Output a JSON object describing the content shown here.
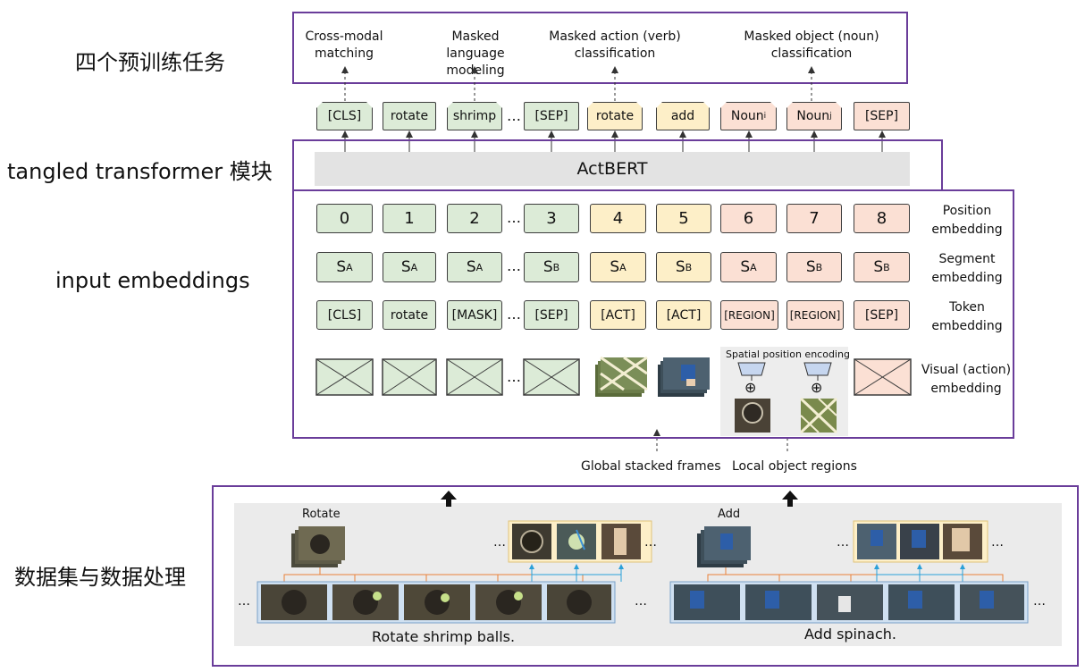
{
  "side_labels": {
    "tasks": "四个预训练任务",
    "transformer": "tangled transformer 模块",
    "embeddings": "input embeddings",
    "dataset": "数据集与数据处理"
  },
  "tasks": [
    {
      "text": "Cross-modal\nmatching"
    },
    {
      "text": "Masked\nlanguage modeling"
    },
    {
      "text": "Masked action (verb)\nclassification"
    },
    {
      "text": "Masked object (noun)\nclassification"
    }
  ],
  "output_tokens": [
    "[CLS]",
    "rotate",
    "shrimp",
    "[SEP]",
    "rotate",
    "add",
    "Noun",
    "Noun",
    "[SEP]"
  ],
  "noun_subscripts": [
    "i",
    "j"
  ],
  "dots": "…",
  "actbert": "ActBERT",
  "positions": [
    "0",
    "1",
    "2",
    "3",
    "4",
    "5",
    "6",
    "7",
    "8"
  ],
  "segments": [
    {
      "base": "S",
      "sub": "A"
    },
    {
      "base": "S",
      "sub": "A"
    },
    {
      "base": "S",
      "sub": "A"
    },
    {
      "base": "S",
      "sub": "B"
    },
    {
      "base": "S",
      "sub": "A"
    },
    {
      "base": "S",
      "sub": "B"
    },
    {
      "base": "S",
      "sub": "A"
    },
    {
      "base": "S",
      "sub": "B"
    },
    {
      "base": "S",
      "sub": "B"
    }
  ],
  "tokens": [
    "[CLS]",
    "rotate",
    "[MASK]",
    "[SEP]",
    "[ACT]",
    "[ACT]",
    "[REGION]",
    "[REGION]",
    "[SEP]"
  ],
  "row_labels": {
    "position": "Position\nembedding",
    "segment": "Segment\nembedding",
    "token": "Token\nembedding",
    "visual": "Visual (action)\nembedding"
  },
  "spatial_label": "Spatial position encoding",
  "oplus": "⊕",
  "global_label": "Global stacked frames",
  "local_label": "Local object regions",
  "clip_labels": {
    "rotate": "Rotate",
    "add": "Add"
  },
  "captions": {
    "left": "Rotate shrimp balls.",
    "right": "Add spinach."
  },
  "colors": {
    "frame": "#6a3d9a",
    "green": "#dcebd7",
    "yellow": "#fdefc8",
    "pink": "#fbe0d4",
    "arrow_blue": "#2aa0d8",
    "bracket_orange": "#e8823a"
  }
}
